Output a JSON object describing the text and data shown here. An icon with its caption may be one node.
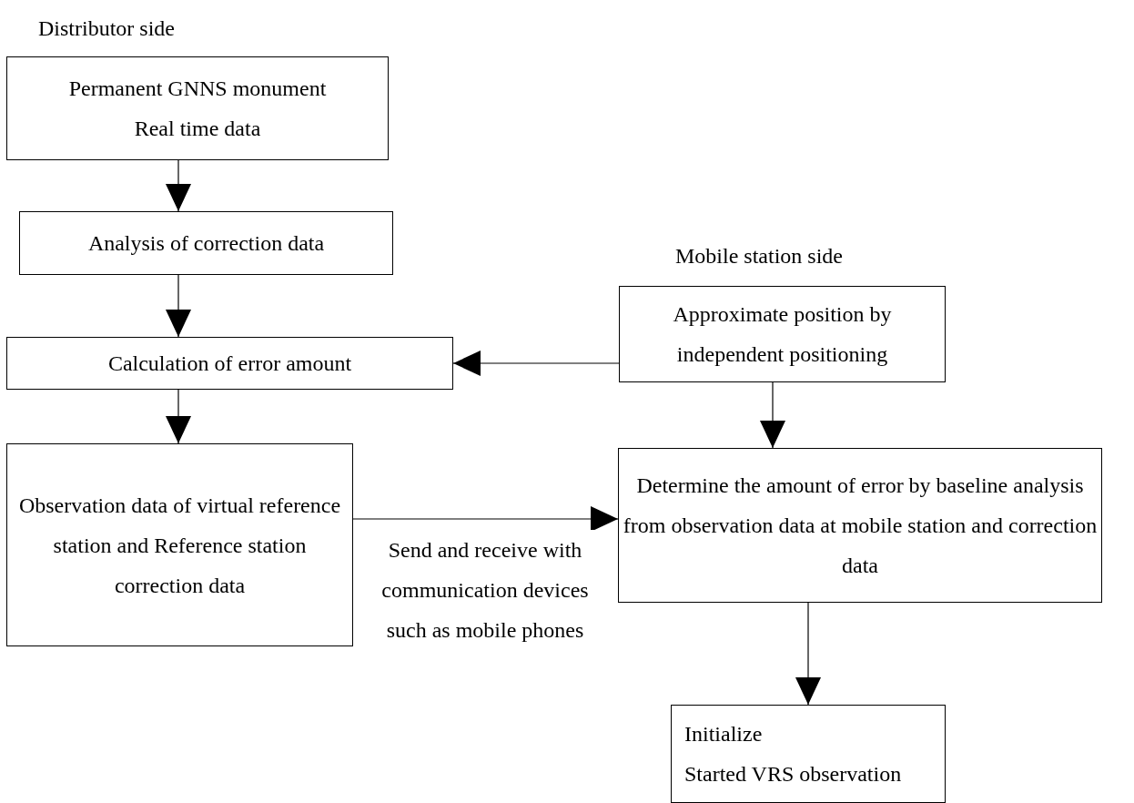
{
  "diagram": {
    "nodes": [
      {
        "text": [
          "Permanent GNNS monument",
          "Real time data"
        ]
      },
      {
        "text": [
          "Analysis of correction data"
        ]
      },
      {
        "text": [
          "Calculation of error amount"
        ]
      },
      {
        "text": [
          "Approximate position by independent positioning"
        ]
      },
      {
        "text": [
          "Observation data of virtual reference station and Reference station correction data"
        ]
      },
      {
        "text": [
          "Determine the amount of error by baseline analysis from observation data at mobile station and correction data"
        ]
      },
      {
        "text": [
          "Initialize",
          "Started VRS observation"
        ]
      }
    ],
    "edges": [
      {
        "from": 0,
        "to": 1,
        "arrow": "to"
      },
      {
        "from": 1,
        "to": 2,
        "arrow": "to"
      },
      {
        "from": 2,
        "to": 4,
        "arrow": "to"
      },
      {
        "from": 3,
        "to": 2,
        "arrow": "to"
      },
      {
        "from": 3,
        "to": 5,
        "arrow": "to"
      },
      {
        "from": 4,
        "to": 5,
        "arrow": "to",
        "label": "Send and receive with communication devices such as mobile phones"
      },
      {
        "from": 5,
        "to": 6,
        "arrow": "to"
      }
    ],
    "labels": [
      "Distributor side",
      "Mobile station side"
    ]
  }
}
